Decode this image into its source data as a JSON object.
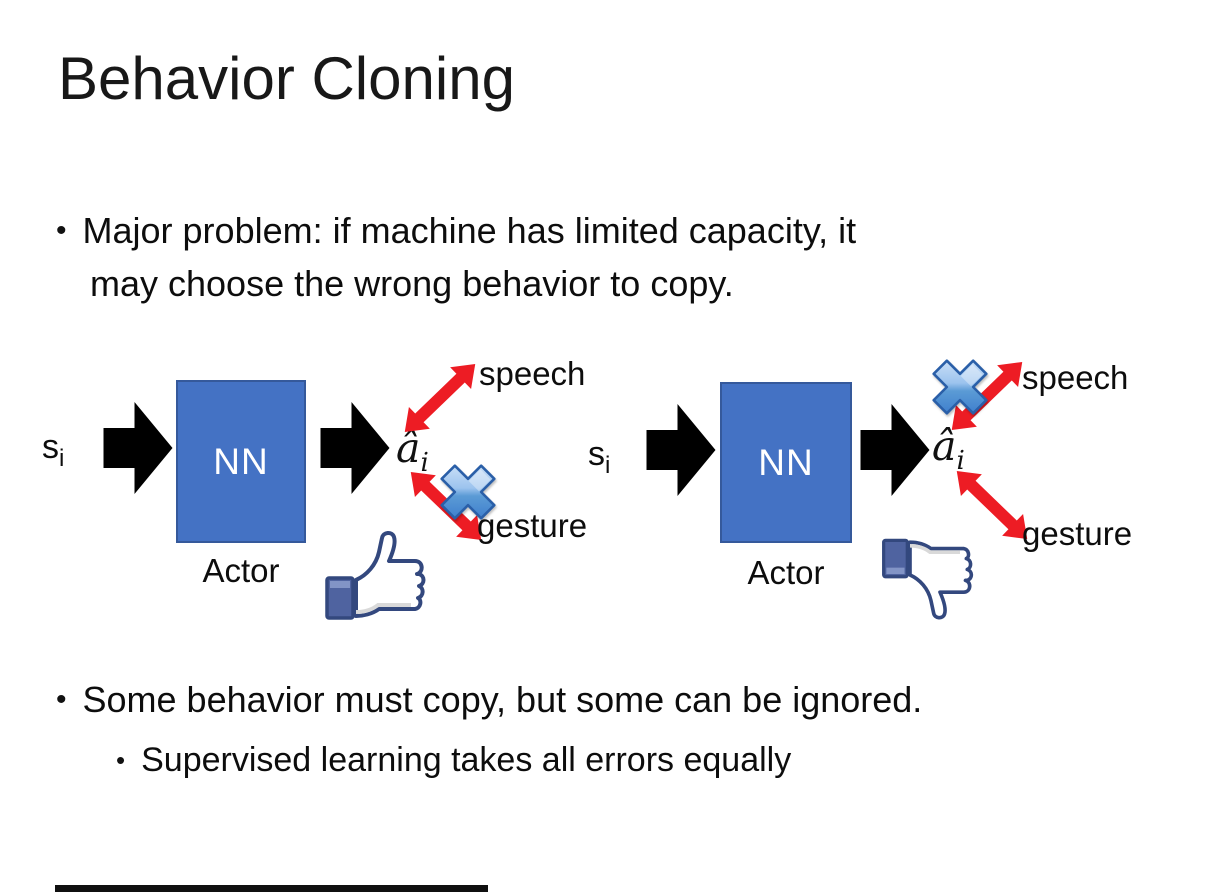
{
  "title": "Behavior Cloning",
  "bullet_char": "•",
  "bullet1": {
    "line1": "Major problem: if machine has limited capacity, it",
    "line2": "may choose the wrong behavior to copy."
  },
  "bullet2": {
    "text": "Some behavior must copy, but some can be ignored."
  },
  "bullet3": {
    "text": "Supervised learning takes all errors equally"
  },
  "diagram_left": {
    "input_base": "s",
    "input_sub": "i",
    "nn_label": "NN",
    "actor_label": "Actor",
    "output_base": "â",
    "output_sub": "i",
    "speech_label": "speech",
    "gesture_label": "gesture",
    "rejected_behavior": "gesture",
    "feedback": "thumbs-up"
  },
  "diagram_right": {
    "input_base": "s",
    "input_sub": "i",
    "nn_label": "NN",
    "actor_label": "Actor",
    "output_base": "â",
    "output_sub": "i",
    "speech_label": "speech",
    "gesture_label": "gesture",
    "rejected_behavior": "speech",
    "feedback": "thumbs-down"
  },
  "colors": {
    "nn_fill": "#4472C4",
    "nn_border": "#35599b",
    "flow_arrow": "#000000",
    "behavior_arrow": "#ED1C24",
    "cross_blue_light": "#d9e9fa",
    "cross_blue_dark": "#3a7bd5",
    "thumb_outline": "#33487e",
    "thumb_cuff": "#4f63a0"
  }
}
